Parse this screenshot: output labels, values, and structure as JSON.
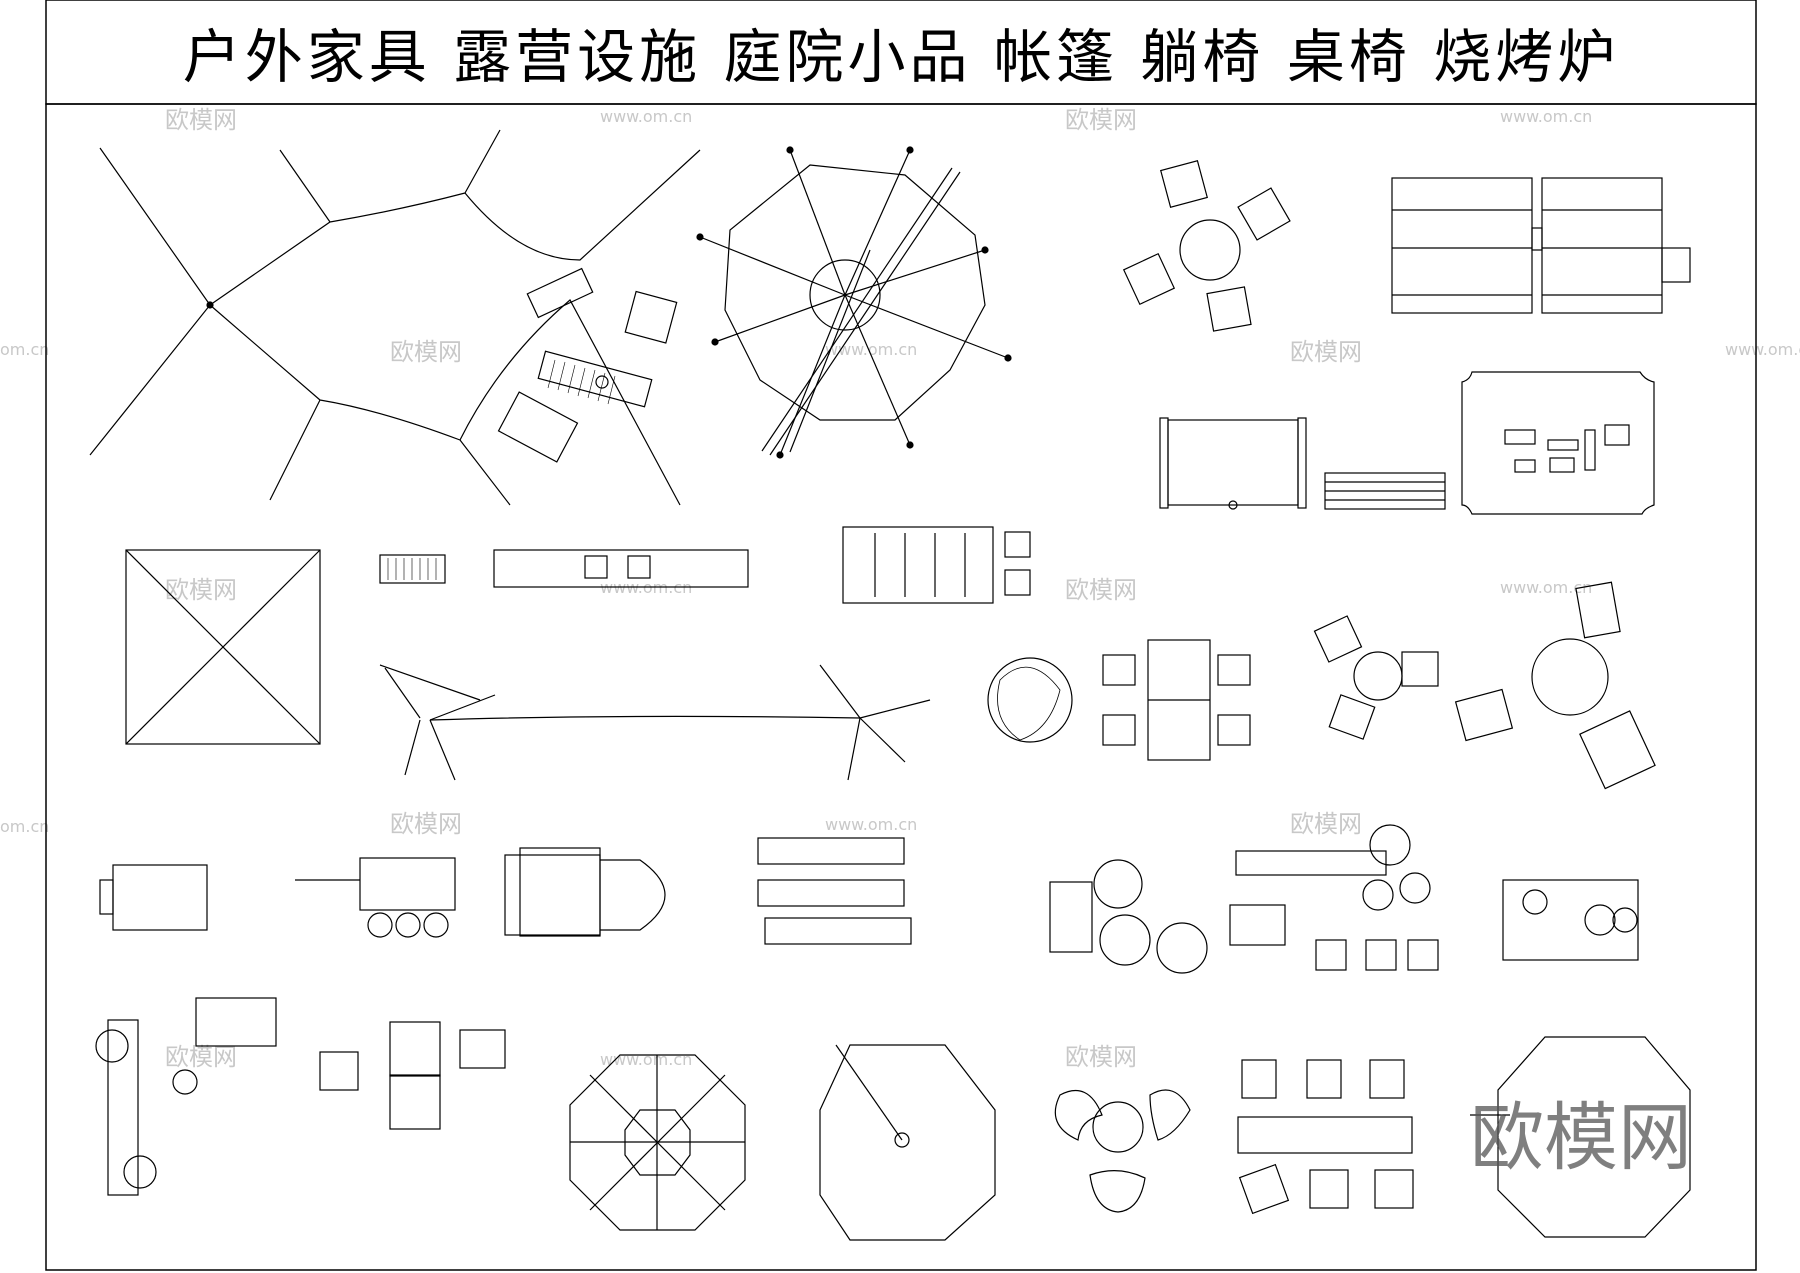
{
  "title": "户外家具  露营设施  庭院小品  帐篷  躺椅  桌椅  烧烤炉",
  "brand_mark": "欧模网",
  "watermark": {
    "cn": "欧模网",
    "url": "www.om.cn",
    "left_edge_fragment": "om.cn"
  },
  "colors": {
    "line": "#000000",
    "watermark": "#c8c8c8",
    "background": "#ffffff"
  },
  "symbols": [
    "tensile-tent",
    "lantern-table",
    "long-bench-grid",
    "crate-box",
    "umbrella-tent",
    "round-table-four-chairs",
    "double-lounger",
    "sofa-bench",
    "slat-bench",
    "picnic-mat",
    "square-canopy",
    "small-grill",
    "sink-counter",
    "bbq-cart",
    "string-lights",
    "tree-planter",
    "dining-table-set",
    "round-table-three-chairs",
    "round-table-deckchairs",
    "stove-unit",
    "bbq-trailer",
    "smoker-grill",
    "bench-planks",
    "bbq-table-set",
    "grill-counter",
    "deck-round-tables",
    "pole-lamps",
    "stool-set",
    "octagon-gazebo",
    "round-tent",
    "petal-chairs",
    "bench-row-chairs",
    "octagon-pavilion"
  ]
}
